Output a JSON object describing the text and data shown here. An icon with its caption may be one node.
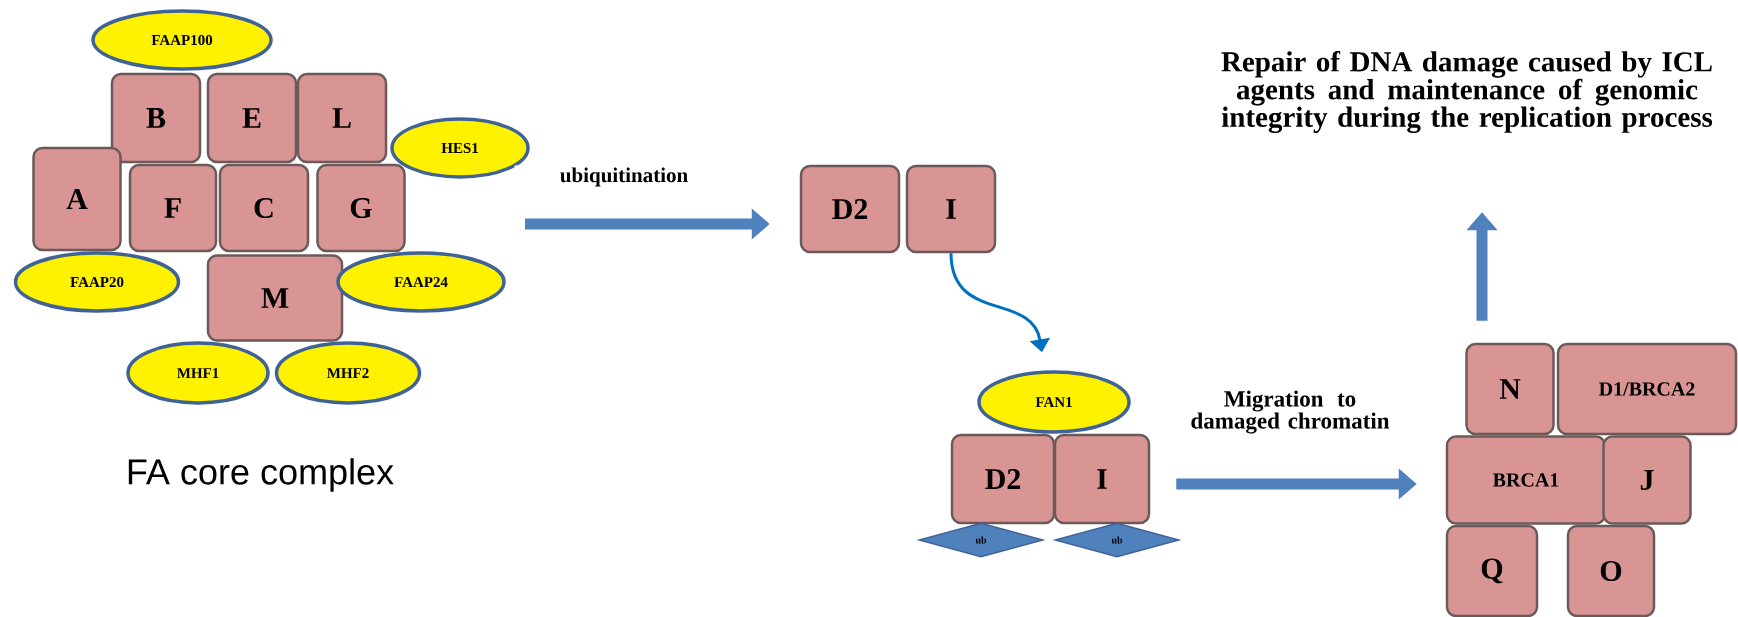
{
  "diagram": {
    "nodes": [
      {
        "text": [
          "FAAP100"
        ]
      },
      {
        "text": [
          "B"
        ]
      },
      {
        "text": [
          "E"
        ]
      },
      {
        "text": [
          "L"
        ]
      },
      {
        "text": [
          "HES1"
        ]
      },
      {
        "text": [
          "A"
        ]
      },
      {
        "text": [
          "F"
        ]
      },
      {
        "text": [
          "C"
        ]
      },
      {
        "text": [
          "G"
        ]
      },
      {
        "text": [
          "FAAP20"
        ]
      },
      {
        "text": [
          "M"
        ]
      },
      {
        "text": [
          "FAAP24"
        ]
      },
      {
        "text": [
          "MHF1"
        ]
      },
      {
        "text": [
          "MHF2"
        ]
      },
      {
        "text": [
          "D2"
        ]
      },
      {
        "text": [
          "I"
        ]
      },
      {
        "text": [
          "FAN1"
        ]
      },
      {
        "text": [
          "D2"
        ]
      },
      {
        "text": [
          "I"
        ]
      },
      {
        "text": [
          "ub"
        ]
      },
      {
        "text": [
          "ub"
        ]
      },
      {
        "text": [
          "N"
        ]
      },
      {
        "text": [
          "D1/BRCA2"
        ]
      },
      {
        "text": [
          "BRCA1"
        ]
      },
      {
        "text": [
          "J"
        ]
      },
      {
        "text": [
          "Q"
        ]
      },
      {
        "text": [
          "O"
        ]
      },
      {
        "text": [
          "Repair of DNA damage caused by ICL agents and maintenance of genomic integrity during the replication process"
        ]
      }
    ],
    "edges": [
      {
        "from": null,
        "to": 14,
        "arrow": "to",
        "label": "ubiquitination"
      },
      {
        "from": 15,
        "to": 16,
        "arrow": "to",
        "color": "#0070c0"
      },
      {
        "from": 18,
        "to": 23,
        "arrow": "to",
        "label": "Migration to damaged chromatin"
      },
      {
        "from": 21,
        "to": 27,
        "arrow": "to"
      }
    ],
    "labels": [
      "FA core complex"
    ]
  }
}
